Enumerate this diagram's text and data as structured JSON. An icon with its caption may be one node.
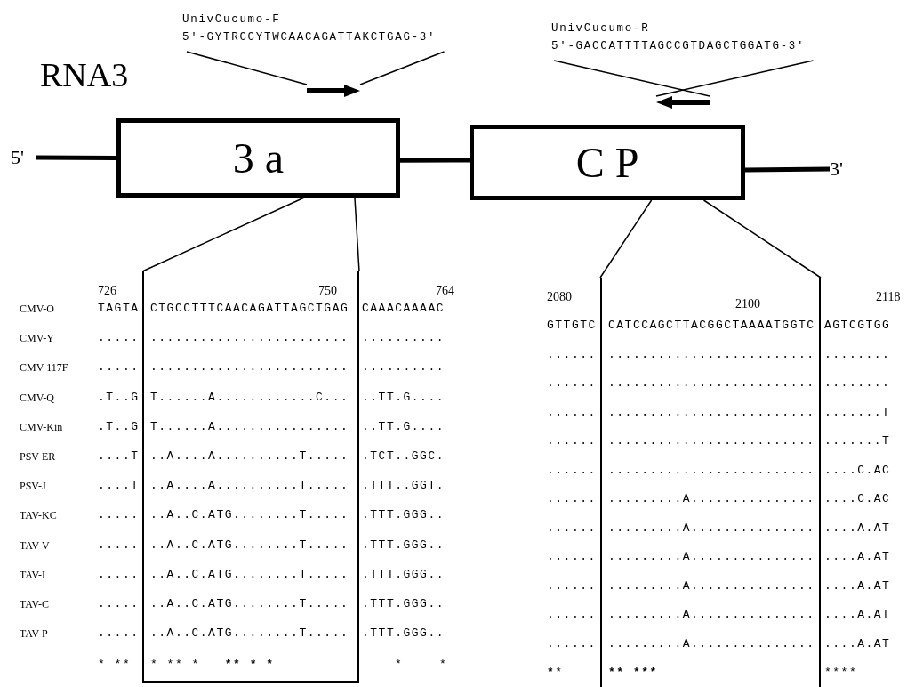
{
  "diagram": {
    "nodes": [
      {
        "text": [
          "5'"
        ]
      },
      {
        "text": [
          "3 a"
        ]
      },
      {
        "text": [
          "C P"
        ]
      },
      {
        "text": [
          "3'"
        ]
      },
      {
        "text": [
          "UnivCucumo-F",
          "5'-GYTRCCYTWCAACAGATTAKCTGAG-3'"
        ]
      },
      {
        "text": [],
        "shape": "arrow"
      },
      {
        "text": [
          "UnivCucumo-R",
          "5'-GACCATTTTAGCCGTDAGCTGGATG-3'"
        ]
      },
      {
        "text": [],
        "shape": "arrow"
      },
      {
        "text": [
          "750",
          "CTGCCTTTCAACAGATTAGCTGAG",
          "........................",
          "........................",
          "T......A............C...",
          "T......A................",
          "..A....A..........T.....",
          "..A....A..........T.....",
          "..A..C.ATG........T.....",
          "..A..C.ATG........T.....",
          "..A..C.ATG........T.....",
          "..A..C.ATG........T.....",
          "..A..C.ATG........T.....",
          "* ** *   ******** * ***"
        ]
      },
      {
        "text": [
          "2100",
          "CATCCAGCTTACGGCTAAAATGGTC",
          ".........................",
          ".........................",
          ".........................",
          ".........................",
          ".........................",
          ".........A...............",
          ".........A...............",
          ".........A...............",
          ".........A...............",
          ".........A...............",
          ".........A...............",
          "********** ***************"
        ]
      }
    ],
    "edges": [
      {
        "from": 0,
        "to": 1,
        "arrow": "none",
        "style": "thick"
      },
      {
        "from": 1,
        "to": 2,
        "arrow": "none",
        "style": "thick"
      },
      {
        "from": 2,
        "to": 3,
        "arrow": "none",
        "style": "thick"
      },
      {
        "from": 4,
        "to": 5,
        "arrow": "none"
      },
      {
        "from": 4,
        "to": 5,
        "arrow": "none"
      },
      {
        "from": 6,
        "to": 7,
        "arrow": "none"
      },
      {
        "from": 6,
        "to": 7,
        "arrow": "none"
      },
      {
        "from": 1,
        "to": 8,
        "arrow": "none"
      },
      {
        "from": 1,
        "to": 8,
        "arrow": "none"
      },
      {
        "from": 2,
        "to": 9,
        "arrow": "none"
      },
      {
        "from": 2,
        "to": 9,
        "arrow": "none"
      }
    ],
    "labels": [
      "RNA3",
      "726",
      "764",
      "CMV-O",
      "TAGTA",
      "CAAACAAAAC",
      "CMV-Y",
      ".....",
      "..........",
      "CMV-117F",
      ".....",
      "..........",
      "CMV-Q",
      ".T..G",
      "..TT.G....",
      "CMV-Kin",
      ".T..G",
      "..TT.G....",
      "PSV-ER",
      "....T",
      ".TCT..GGC.",
      "PSV-J",
      "....T",
      ".TTT..GGT.",
      "TAV-KC",
      ".....",
      ".TTT.GGG..",
      "TAV-V",
      ".....",
      ".TTT.GGG..",
      "TAV-I",
      ".....",
      ".TTT.GGG..",
      "TAV-C",
      ".....",
      ".TTT.GGG..",
      "TAV-P",
      ".....",
      ".TTT.GGG..",
      "* **",
      "*",
      "*",
      "2080",
      "2118",
      "GTTGTC",
      "AGTCGTGG",
      "......",
      "........",
      "......",
      "........",
      "......",
      ".......T",
      "......",
      ".......T",
      "......",
      "....C.AC",
      "......",
      "....C.AC",
      "......",
      "....A.AT",
      "......",
      "....A.AT",
      "......",
      "....A.AT",
      "......",
      "....A.AT",
      "......",
      "....A.AT",
      "******",
      "****"
    ]
  }
}
